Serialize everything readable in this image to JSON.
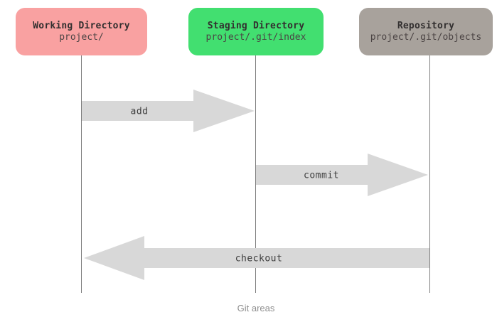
{
  "diagram": {
    "caption": "Git areas",
    "columns": [
      {
        "id": "working",
        "title": "Working Directory",
        "subtitle": "project/",
        "color": "#f9a1a1"
      },
      {
        "id": "staging",
        "title": "Staging Directory",
        "subtitle": "project/.git/index",
        "color": "#42df70"
      },
      {
        "id": "repository",
        "title": "Repository",
        "subtitle": "project/.git/objects",
        "color": "#a8a29c"
      }
    ],
    "arrows": [
      {
        "label": "add",
        "from": "working",
        "to": "staging",
        "direction": "right"
      },
      {
        "label": "commit",
        "from": "staging",
        "to": "repository",
        "direction": "right"
      },
      {
        "label": "checkout",
        "from": "repository",
        "to": "working",
        "direction": "left"
      }
    ],
    "colors": {
      "arrow_fill": "#d8d8d8",
      "lifeline": "#7d7d7d",
      "title_text": "#333030",
      "subtitle_text": "#4b4444",
      "caption_text": "#8e8e8e"
    }
  }
}
